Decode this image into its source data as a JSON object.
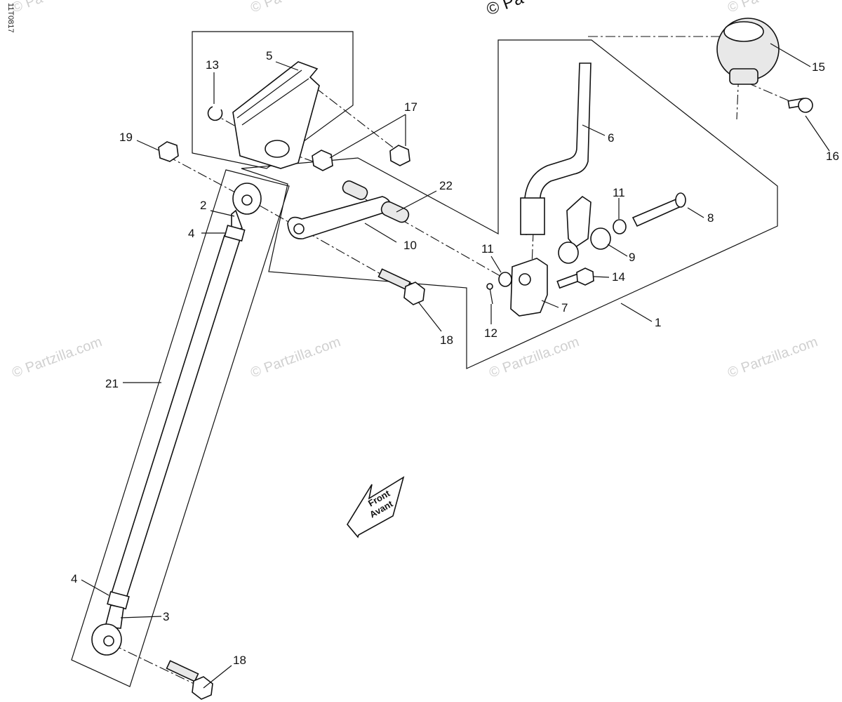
{
  "drawing_id": "11T0817",
  "watermarks": [
    "© Partzilla.com",
    "© Partzilla.com",
    "© Partzilla.com",
    "© Partzilla.com",
    "© Pa",
    "© Pa",
    "© Pa",
    "© Pa"
  ],
  "front_arrow": {
    "line1": "Front",
    "line2": "Avant"
  },
  "callouts": [
    {
      "id": "c13",
      "text": "13"
    },
    {
      "id": "c5",
      "text": "5"
    },
    {
      "id": "c17",
      "text": "17"
    },
    {
      "id": "c19",
      "text": "19"
    },
    {
      "id": "c2",
      "text": "2"
    },
    {
      "id": "c4a",
      "text": "4"
    },
    {
      "id": "c22",
      "text": "22"
    },
    {
      "id": "c10",
      "text": "10"
    },
    {
      "id": "c6",
      "text": "6"
    },
    {
      "id": "c15",
      "text": "15"
    },
    {
      "id": "c16",
      "text": "16"
    },
    {
      "id": "c11a",
      "text": "11"
    },
    {
      "id": "c8",
      "text": "8"
    },
    {
      "id": "c9",
      "text": "9"
    },
    {
      "id": "c11b",
      "text": "11"
    },
    {
      "id": "c14",
      "text": "14"
    },
    {
      "id": "c7",
      "text": "7"
    },
    {
      "id": "c1",
      "text": "1"
    },
    {
      "id": "c12",
      "text": "12"
    },
    {
      "id": "c18a",
      "text": "18"
    },
    {
      "id": "c21",
      "text": "21"
    },
    {
      "id": "c4b",
      "text": "4"
    },
    {
      "id": "c3",
      "text": "3"
    },
    {
      "id": "c18b",
      "text": "18"
    }
  ]
}
